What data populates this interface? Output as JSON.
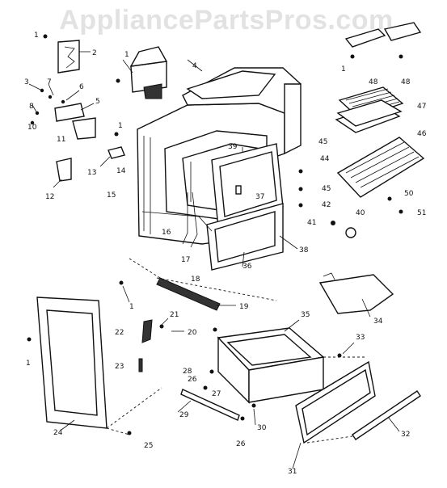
{
  "watermark": "AppliancePartsPros.com",
  "labels": {
    "l1a": "1",
    "l2": "2",
    "l1b": "1",
    "l4": "4",
    "l1c": "1",
    "l48a": "48",
    "l48b": "48",
    "l3": "3",
    "l7": "7",
    "l6": "6",
    "l5": "5",
    "l8": "8",
    "l1d": "1",
    "l10": "10",
    "l11": "11",
    "l47": "47",
    "l45a": "45",
    "l46": "46",
    "l13": "13",
    "l14": "14",
    "l39": "39",
    "l44": "44",
    "l45b": "45",
    "l12": "12",
    "l15": "15",
    "l37": "37",
    "l42": "42",
    "l50": "50",
    "l51": "51",
    "l41": "41",
    "l40": "40",
    "l16": "16",
    "l17": "17",
    "l36": "36",
    "l38": "38",
    "l18": "18",
    "l1e": "1",
    "l19": "19",
    "l34": "34",
    "l21": "21",
    "l22a": "22",
    "l20": "20",
    "l35": "35",
    "l33": "33",
    "l1f": "1",
    "l23": "23",
    "l28": "28",
    "l26": "26",
    "l27": "27",
    "l29": "29",
    "l30": "30",
    "l24": "24",
    "l25": "25",
    "l31": "31",
    "l32": "32"
  }
}
